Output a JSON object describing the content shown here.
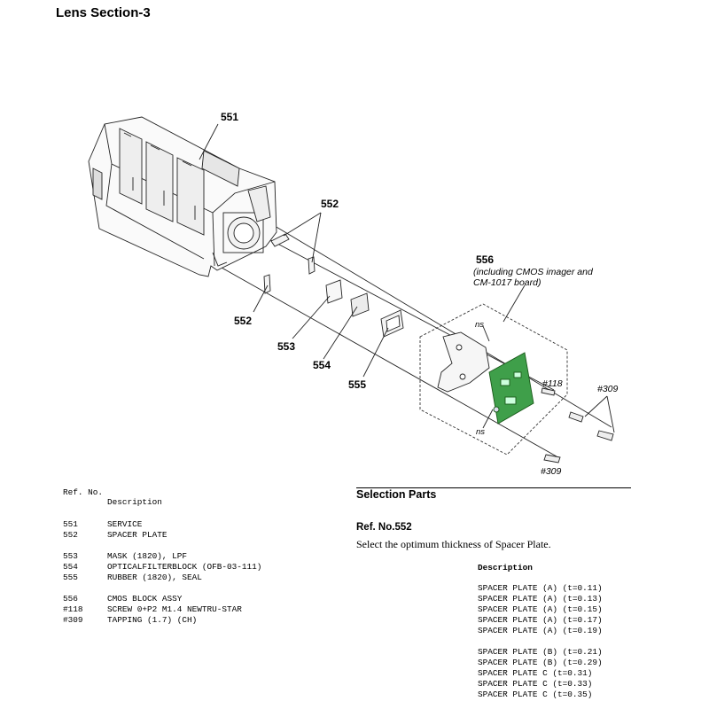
{
  "page_title": "Lens Section-3",
  "diagram": {
    "callouts": {
      "c551": "551",
      "c552_top": "552",
      "c552_left": "552",
      "c553": "553",
      "c554": "554",
      "c555": "555",
      "c556": "556",
      "c556_note_1": "(including CMOS imager and",
      "c556_note_2": "CM-1017 board)",
      "ns_top": "ns",
      "ns_bottom": "ns",
      "s118": "#118",
      "s309_right": "#309",
      "s309_bottom": "#309"
    }
  },
  "parts_list": {
    "col_ref": "Ref. No.",
    "col_desc": "Description",
    "groups": [
      [
        {
          "ref": "551",
          "desc": "SERVICE"
        },
        {
          "ref": "552",
          "desc": "SPACER PLATE"
        }
      ],
      [
        {
          "ref": "553",
          "desc": "MASK (1820), LPF"
        },
        {
          "ref": "554",
          "desc": "OPTICALFILTERBLOCK (OFB-03-111)"
        },
        {
          "ref": "555",
          "desc": "RUBBER (1820), SEAL"
        }
      ],
      [
        {
          "ref": "556",
          "desc": "CMOS BLOCK ASSY"
        },
        {
          "ref": "#118",
          "desc": "SCREW 0+P2 M1.4 NEWTRU-STAR"
        },
        {
          "ref": "#309",
          "desc": "TAPPING (1.7) (CH)"
        }
      ]
    ]
  },
  "selection": {
    "title": "Selection Parts",
    "ref_no": "Ref. No.552",
    "instruction": "Select the optimum thickness of Spacer Plate.",
    "desc_header": "Description",
    "groups": [
      [
        "SPACER PLATE (A) (t=0.11)",
        "SPACER PLATE (A) (t=0.13)",
        "SPACER PLATE (A) (t=0.15)",
        "SPACER PLATE (A) (t=0.17)",
        "SPACER PLATE (A) (t=0.19)"
      ],
      [
        "SPACER PLATE (B) (t=0.21)",
        "SPACER PLATE (B) (t=0.29)",
        "SPACER PLATE C (t=0.31)",
        "SPACER PLATE C (t=0.33)",
        "SPACER PLATE C (t=0.35)"
      ]
    ]
  }
}
